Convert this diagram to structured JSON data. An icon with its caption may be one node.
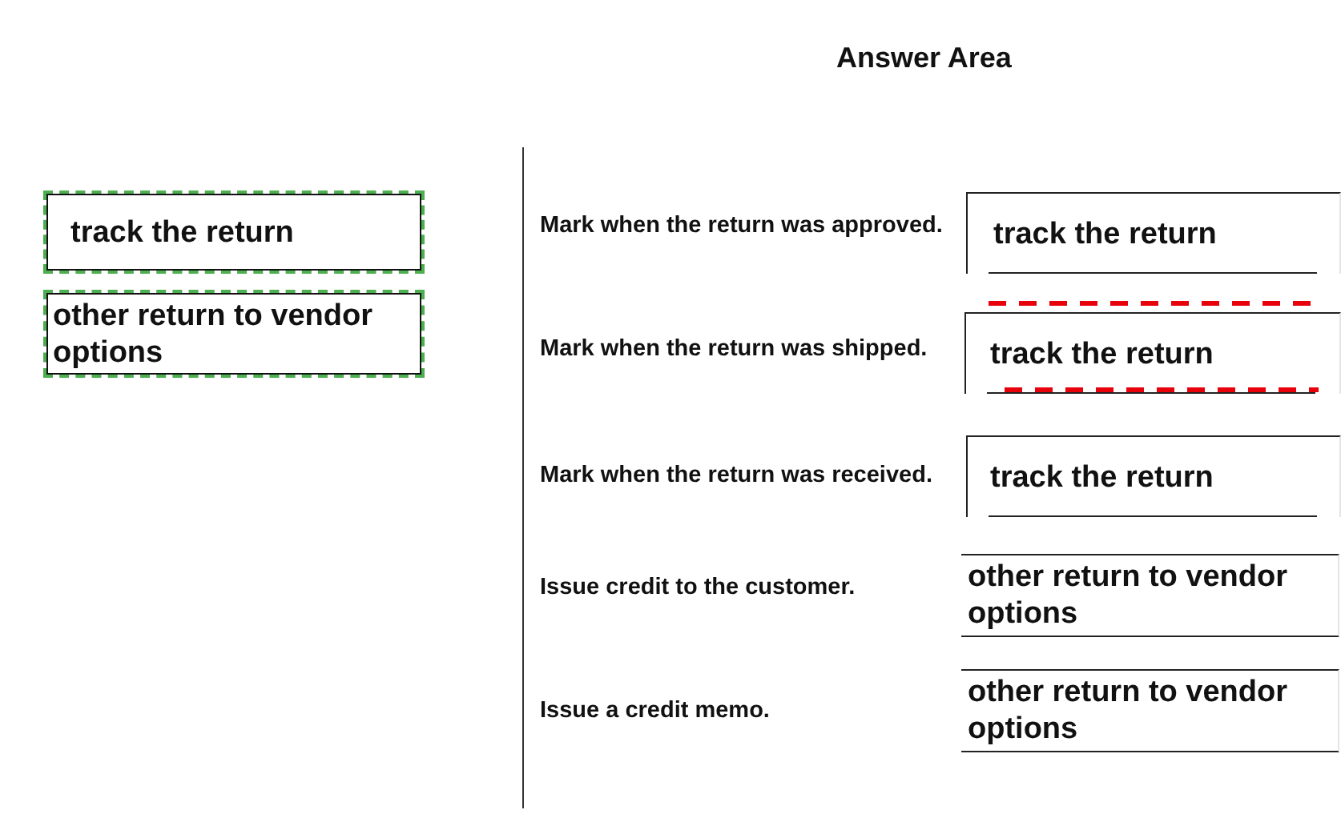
{
  "diagram": {
    "title": "Answer Area",
    "nodes": [
      {
        "text": [
          "track the return"
        ]
      },
      {
        "text": [
          "other return to vendor options"
        ]
      },
      {
        "text": [
          "track the return"
        ]
      },
      {
        "text": [
          "track the return"
        ]
      },
      {
        "text": [
          "track the return"
        ]
      },
      {
        "text": [
          "other return to vendor options"
        ]
      },
      {
        "text": [
          "other return to vendor options"
        ]
      }
    ],
    "labels": [
      "Mark when the return was approved.",
      "Mark when the return was shipped.",
      "Mark when the return was received.",
      "Issue credit to the customer.",
      "Issue a credit memo."
    ]
  }
}
